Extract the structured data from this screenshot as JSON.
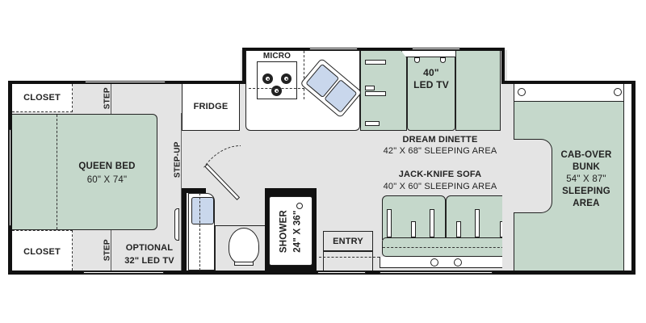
{
  "floorplan": {
    "rooms": {
      "closet_top": {
        "label": "CLOSET"
      },
      "closet_bottom": {
        "label": "CLOSET"
      },
      "step_top": {
        "label": "STEP"
      },
      "step_bottom": {
        "label": "STEP"
      },
      "step_up": {
        "label": "STEP-UP"
      },
      "queen_bed": {
        "label": "QUEEN BED",
        "size": "60\" X 74\""
      },
      "optional_tv": {
        "line1": "OPTIONAL",
        "line2": "32\" LED TV"
      },
      "fridge": {
        "label": "FRIDGE"
      },
      "micro": {
        "label": "MICRO"
      },
      "led_tv": {
        "line1": "40\"",
        "line2": "LED TV"
      },
      "dream_dinette": {
        "label": "DREAM DINETTE",
        "size": "42\" X 68\" SLEEPING AREA"
      },
      "jack_knife_sofa": {
        "label": "JACK-KNIFE SOFA",
        "size": "40\" X 60\" SLEEPING AREA"
      },
      "shower": {
        "label": "SHOWER",
        "size": "24\" X 36\""
      },
      "entry": {
        "label": "ENTRY"
      },
      "cab_over_bunk": {
        "line1": "CAB-OVER",
        "line2": "BUNK",
        "line3": "54\" X 87\"",
        "line4": "SLEEPING",
        "line5": "AREA"
      }
    },
    "colors": {
      "wall": "#111111",
      "floor": "#e4e4e4",
      "sleeping_area": "#c5d8cb",
      "sink_water": "#c9d7ec",
      "text": "#222222"
    }
  }
}
